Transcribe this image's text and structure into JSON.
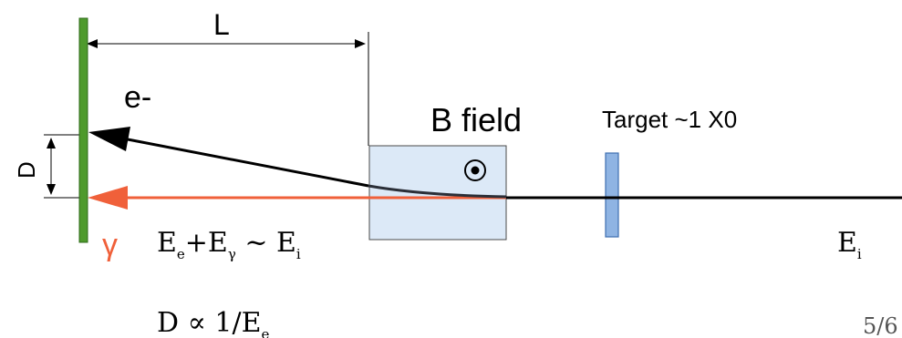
{
  "labels": {
    "length": "L",
    "particle": "e-",
    "field": "B field",
    "target": "Target ~1 X0",
    "distance": "D",
    "photon": "γ",
    "initial_energy_E": "E",
    "initial_energy_sub": "i",
    "sum_Ee_E": "E",
    "sum_Ee_sub": "e",
    "sum_plus": "+E",
    "sum_gamma_sub": "γ",
    "sum_approx": " ~ E",
    "sum_i_sub": "i",
    "prop_D": "D ∝ 1/E",
    "prop_sub": "e",
    "page_number": "5/6"
  },
  "icons": {
    "field_direction": "out-of-page-dot-icon"
  },
  "colors": {
    "detector": "#4e9a2c",
    "detector_border": "#2f6b1a",
    "magnet_fill": "#dce9f7",
    "magnet_border": "#4a4a4a",
    "target_fill": "#8fb4e3",
    "target_border": "#3e6fb0",
    "photon": "#f0603a",
    "electron": "#000000"
  }
}
